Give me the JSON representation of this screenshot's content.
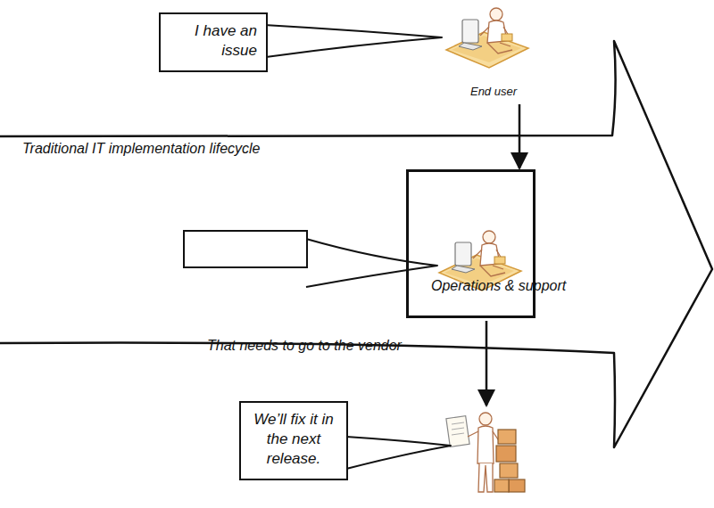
{
  "diagram": {
    "nodes": [
      {
        "text": [
          "Traditional IT implementation lifecycle"
        ]
      },
      {
        "text": [
          "I have an issue"
        ]
      },
      {
        "text": [
          "End user"
        ]
      },
      {
        "text": [
          "Operations & support"
        ],
        "in": 0
      },
      {
        "text": [
          "That needs to go to the vendor"
        ],
        "in": 0
      },
      {
        "text": [
          "We’ll fix it in the next release."
        ]
      }
    ],
    "edges": [
      {
        "from": 2,
        "to": 3,
        "arrow": "to"
      }
    ]
  }
}
